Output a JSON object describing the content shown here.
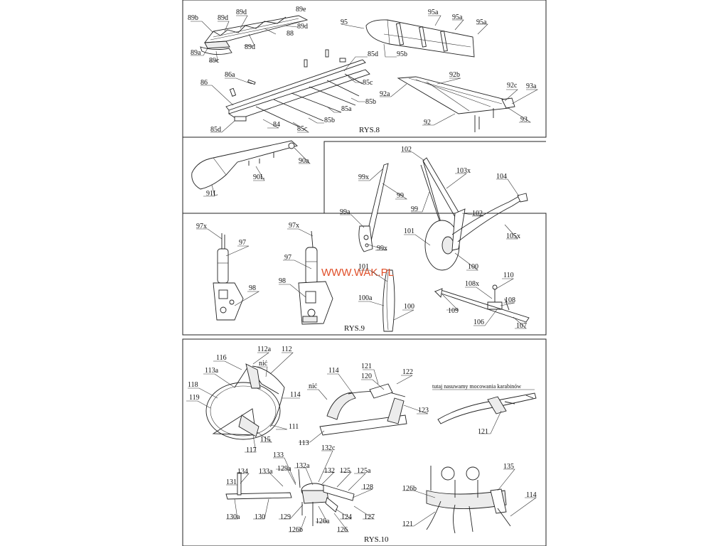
{
  "watermark": "WWW.WAK.PL",
  "captions": {
    "rys8": "RYS.8",
    "rys9": "RYS.9",
    "rys10": "RYS.10"
  },
  "note": "tutaj nasuwamy mocowania karabinów",
  "labels": {
    "p89b": "89b",
    "p89d_1": "89d",
    "p89d_2": "89d",
    "p89e": "89e",
    "p89d_3": "89d",
    "p88": "88",
    "p89a": "89a",
    "p89c": "89c",
    "p89d_4": "89d",
    "p95": "95",
    "p95a_1": "95a",
    "p95a_2": "95a",
    "p95a_3": "95a",
    "p95b": "95b",
    "p85d_1": "85d",
    "p86a": "86a",
    "p86": "86",
    "p85c_1": "85c",
    "p85b_1": "85b",
    "p85a": "85a",
    "p85b_2": "85b",
    "p85d_2": "85d",
    "p84": "84",
    "p85c_2": "85c",
    "p92b": "92b",
    "p92a": "92a",
    "p92c": "92c",
    "p93a": "93a",
    "p92": "92",
    "p93": "93",
    "p90a": "90a",
    "p90L": "90L",
    "p91L": "91L",
    "p102_1": "102",
    "p103x": "103x",
    "p104": "104",
    "p99x_1": "99x",
    "p99_1": "99",
    "p99_2": "99",
    "p102_2": "102",
    "p99a": "99a",
    "p101_1": "101",
    "p105x": "105x",
    "p99x_2": "99x",
    "p100_1": "100",
    "p97x_1": "97x",
    "p97_1": "97",
    "p97x_2": "97x",
    "p97_2": "97",
    "p98_1": "98",
    "p98_2": "98",
    "p101_2": "101",
    "p100a": "100a",
    "p100_2": "100",
    "p110": "110",
    "p108x": "108x",
    "p108": "108",
    "p109": "109",
    "p106": "106",
    "p107": "107",
    "p116": "116",
    "p112a": "112a",
    "p112": "112",
    "p_nic_1": "nić",
    "p113a": "113a",
    "p118": "118",
    "p119": "119",
    "p114_1": "114",
    "p111": "111",
    "p117": "117",
    "p115": "115",
    "p114_2": "114",
    "p_nic_2": "nić",
    "p121_1": "121",
    "p120": "120",
    "p122": "122",
    "p123": "123",
    "p113": "113",
    "p121_2": "121",
    "p133": "133",
    "p132c": "132c",
    "p134": "134",
    "p133a": "133a",
    "p129a": "129a",
    "p132a": "132a",
    "p132": "132",
    "p125": "125",
    "p125a": "125a",
    "p131": "131",
    "p128": "128",
    "p130a": "130a",
    "p130": "130",
    "p129": "129",
    "p124": "124",
    "p127": "127",
    "p126b_1": "126b",
    "p126a": "126a",
    "p126": "126",
    "p135": "135",
    "p126b_2": "126b",
    "p114_3": "114",
    "p121_3": "121"
  }
}
